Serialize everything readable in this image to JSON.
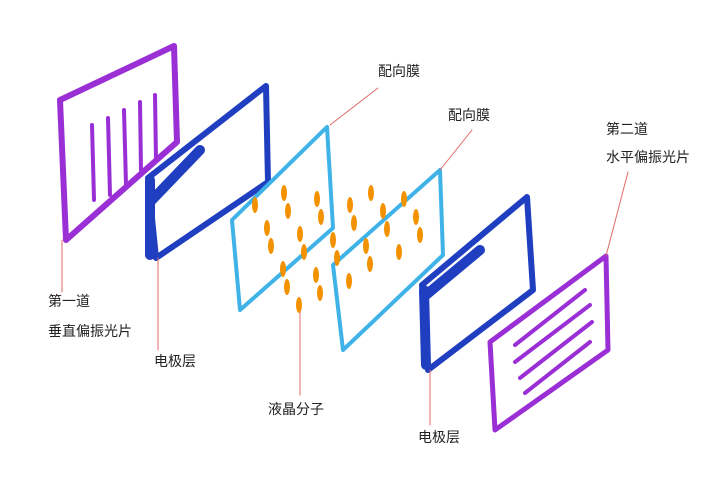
{
  "labels": {
    "alignment_film_1": "配向膜",
    "alignment_film_2": "配向膜",
    "polarizer_2_line1": "第二道",
    "polarizer_2_line2": "水平偏振光片",
    "polarizer_1_line1": "第一道",
    "polarizer_1_line2": "垂直偏振光片",
    "electrode_1": "电极层",
    "electrode_2": "电极层",
    "liquid_crystal": "液晶分子"
  },
  "colors": {
    "polarizer": "#9b2fd6",
    "electrode": "#1f3fc0",
    "alignment_film": "#3fb2e8",
    "molecule": "#f39200",
    "leader_line": "#e06a6a"
  }
}
